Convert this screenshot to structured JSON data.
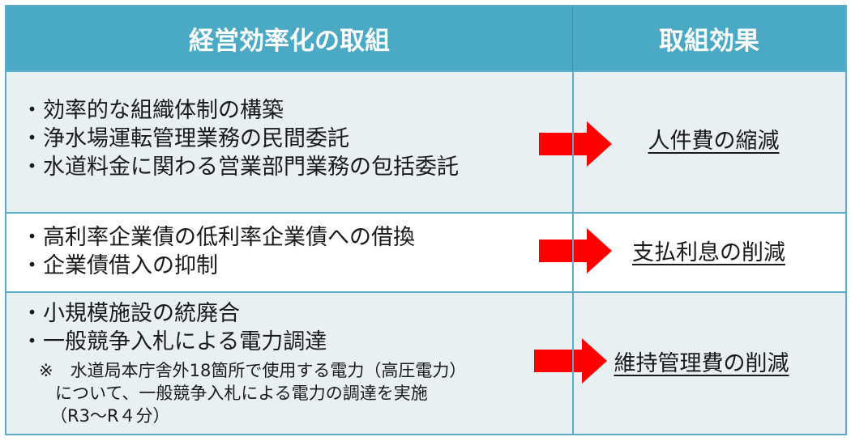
{
  "header": {
    "col_initiatives": "経営効率化の取組",
    "col_effects": "取組効果"
  },
  "rows": [
    {
      "items": [
        "・効率的な組織体制の構築",
        "・浄水場運転管理業務の民間委託",
        "・水道料金に関わる営業部門業務の包括委託"
      ],
      "effect": "人件費の縮減"
    },
    {
      "items": [
        "・高利率企業債の低利率企業債への借換",
        "・企業債借入の抑制"
      ],
      "effect": "支払利息の削減"
    },
    {
      "items": [
        "・小規模施設の統廃合",
        "・一般競争入札による電力調達"
      ],
      "notes": [
        "※　水道局本庁舎外18箇所で使用する電力（高圧電力）",
        "について、一般競争入札による電力の調達を実施",
        "（R3～R４分）"
      ],
      "effect": "維持管理費の削減"
    }
  ],
  "colors": {
    "header_bg": "#4aaac6",
    "border": "#5aaecb",
    "shaded_row_bg": "#e8f0f4",
    "arrow": "#ff0000"
  }
}
